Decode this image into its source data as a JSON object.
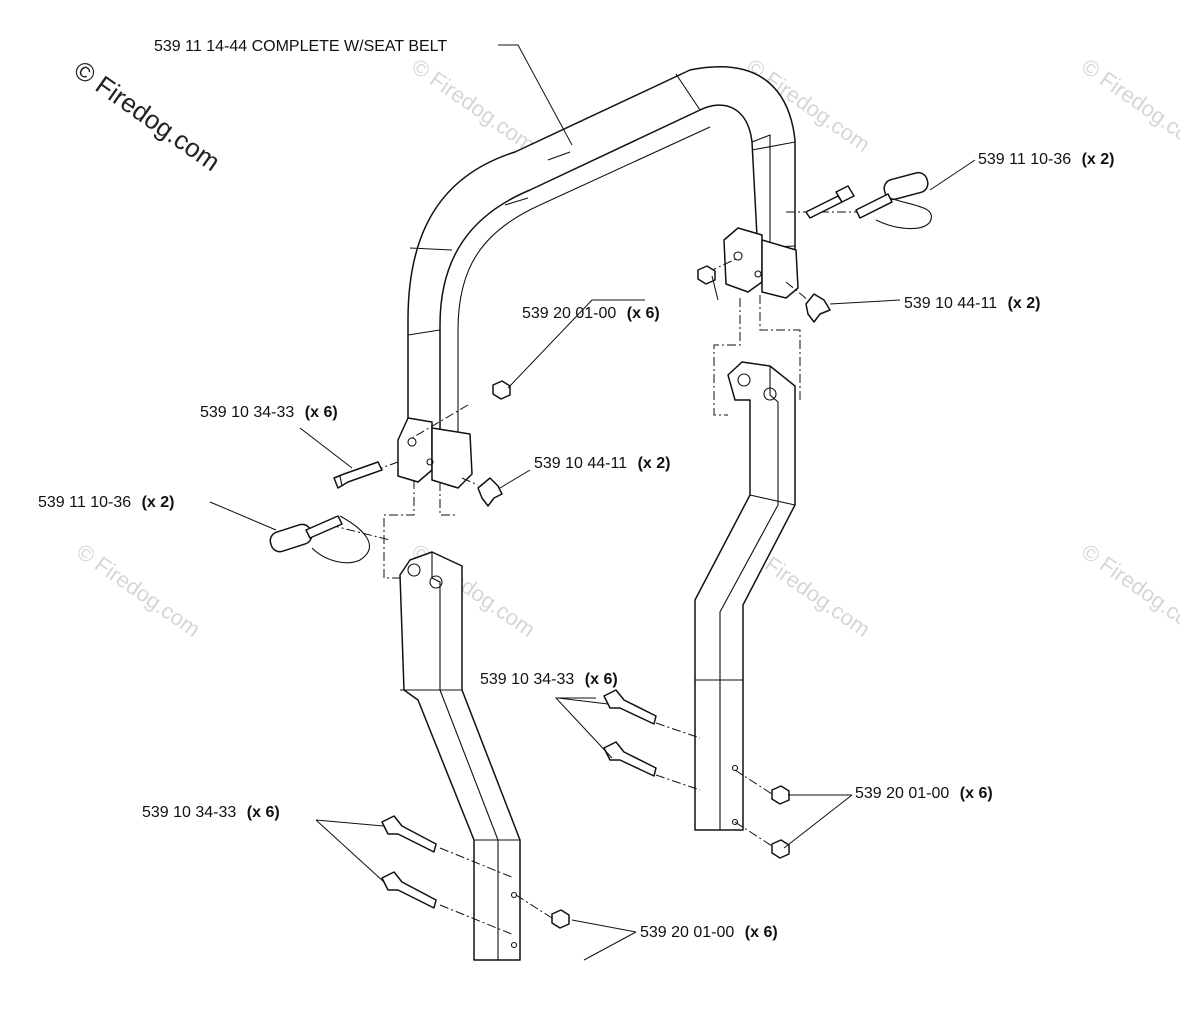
{
  "watermark": {
    "main": "© Firedog.com",
    "faint": "© Firedog.com"
  },
  "callouts": [
    {
      "id": "complete",
      "part": "539 11 14-44 COMPLETE W/SEAT BELT",
      "qty": ""
    },
    {
      "id": "pin-right",
      "part": "539 11 10-36",
      "qty": "(x 2)"
    },
    {
      "id": "knob-right",
      "part": "539 10 44-11",
      "qty": "(x 2)"
    },
    {
      "id": "nut-upper",
      "part": "539 20 01-00",
      "qty": "(x 6)"
    },
    {
      "id": "bolt-upper-left",
      "part": "539 10 34-33",
      "qty": "(x 6)"
    },
    {
      "id": "knob-left",
      "part": "539 10 44-11",
      "qty": "(x 2)"
    },
    {
      "id": "pin-left",
      "part": "539 11 10-36",
      "qty": "(x 2)"
    },
    {
      "id": "bolt-mid-right",
      "part": "539 10 34-33",
      "qty": "(x 6)"
    },
    {
      "id": "nut-mid-right",
      "part": "539 20 01-00",
      "qty": "(x 6)"
    },
    {
      "id": "bolt-lower-left",
      "part": "539 10 34-33",
      "qty": "(x 6)"
    },
    {
      "id": "nut-lower",
      "part": "539 20 01-00",
      "qty": "(x 6)"
    }
  ]
}
